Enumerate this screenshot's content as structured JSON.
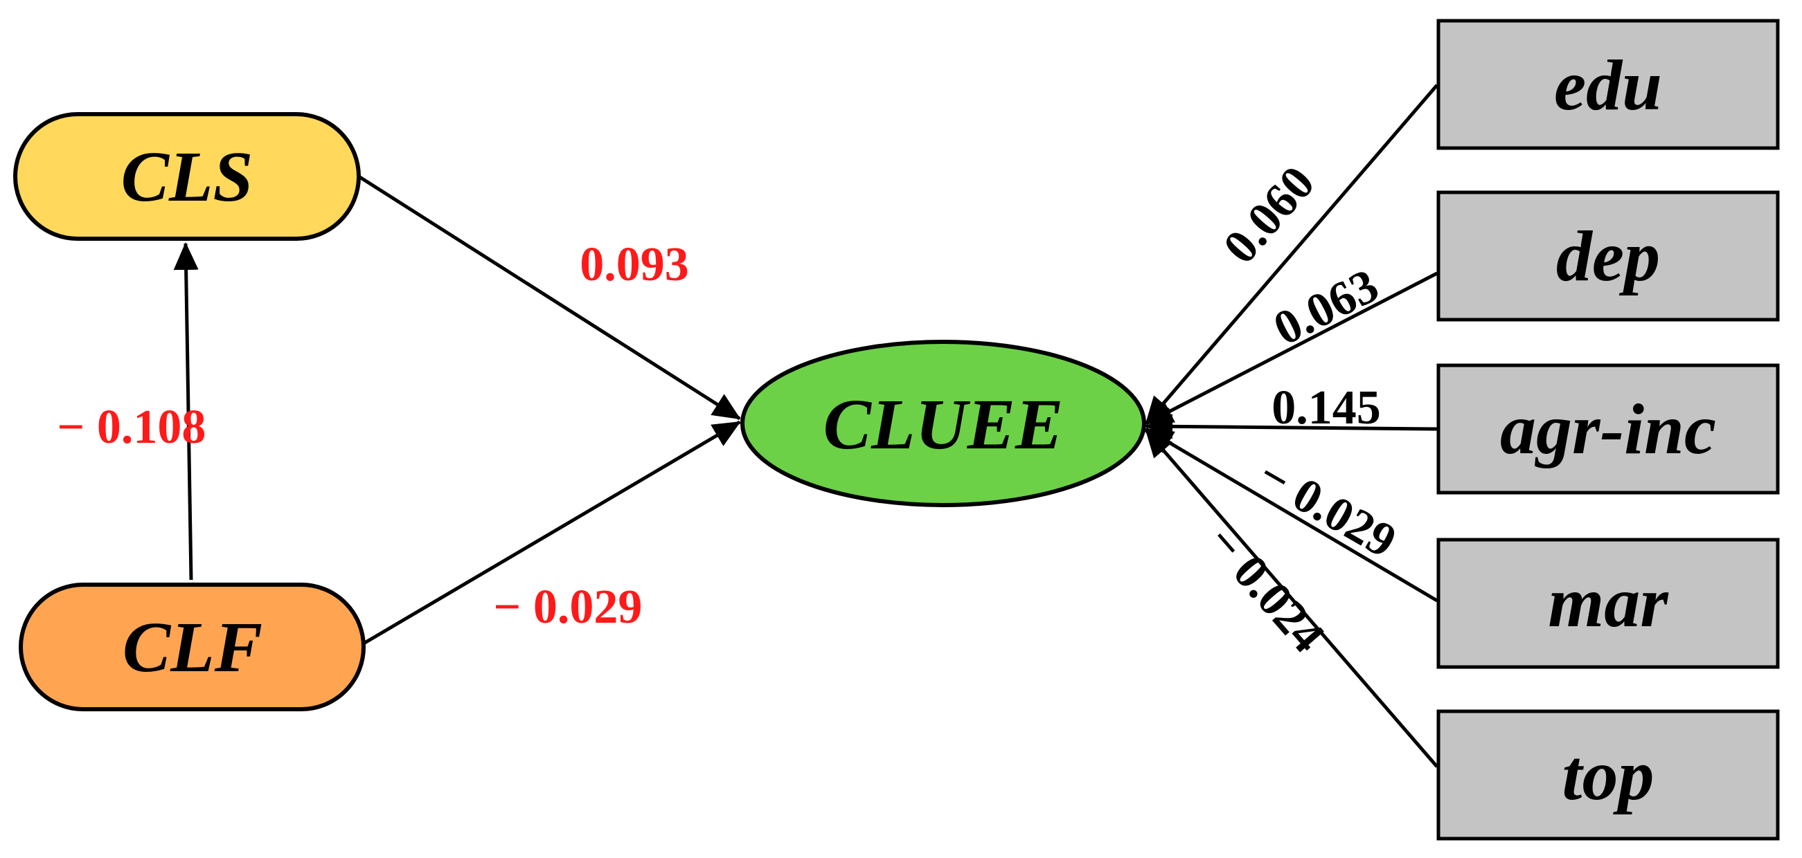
{
  "colors": {
    "cls_fill": "#FFD85C",
    "clf_fill": "#FFA552",
    "cluee_fill": "#6CD146",
    "control_fill": "#C4C4C4",
    "stroke": "#000000",
    "red_label": "#FF1A1A",
    "black_label": "#000000"
  },
  "nodes": {
    "cls": "CLS",
    "clf": "CLF",
    "cluee": "CLUEE",
    "edu": "edu",
    "dep": "dep",
    "agr_inc": "agr-inc",
    "mar": "mar",
    "top": "top"
  },
  "edges": {
    "cls_to_cluee": "0.093",
    "clf_to_cluee": "− 0.029",
    "clf_to_cls": "− 0.108",
    "edu_to_cluee": "0.060",
    "dep_to_cluee": "0.063",
    "agr_inc_to_cluee": "0.145",
    "mar_to_cluee": "− 0.029",
    "top_to_cluee": "− 0.024"
  }
}
